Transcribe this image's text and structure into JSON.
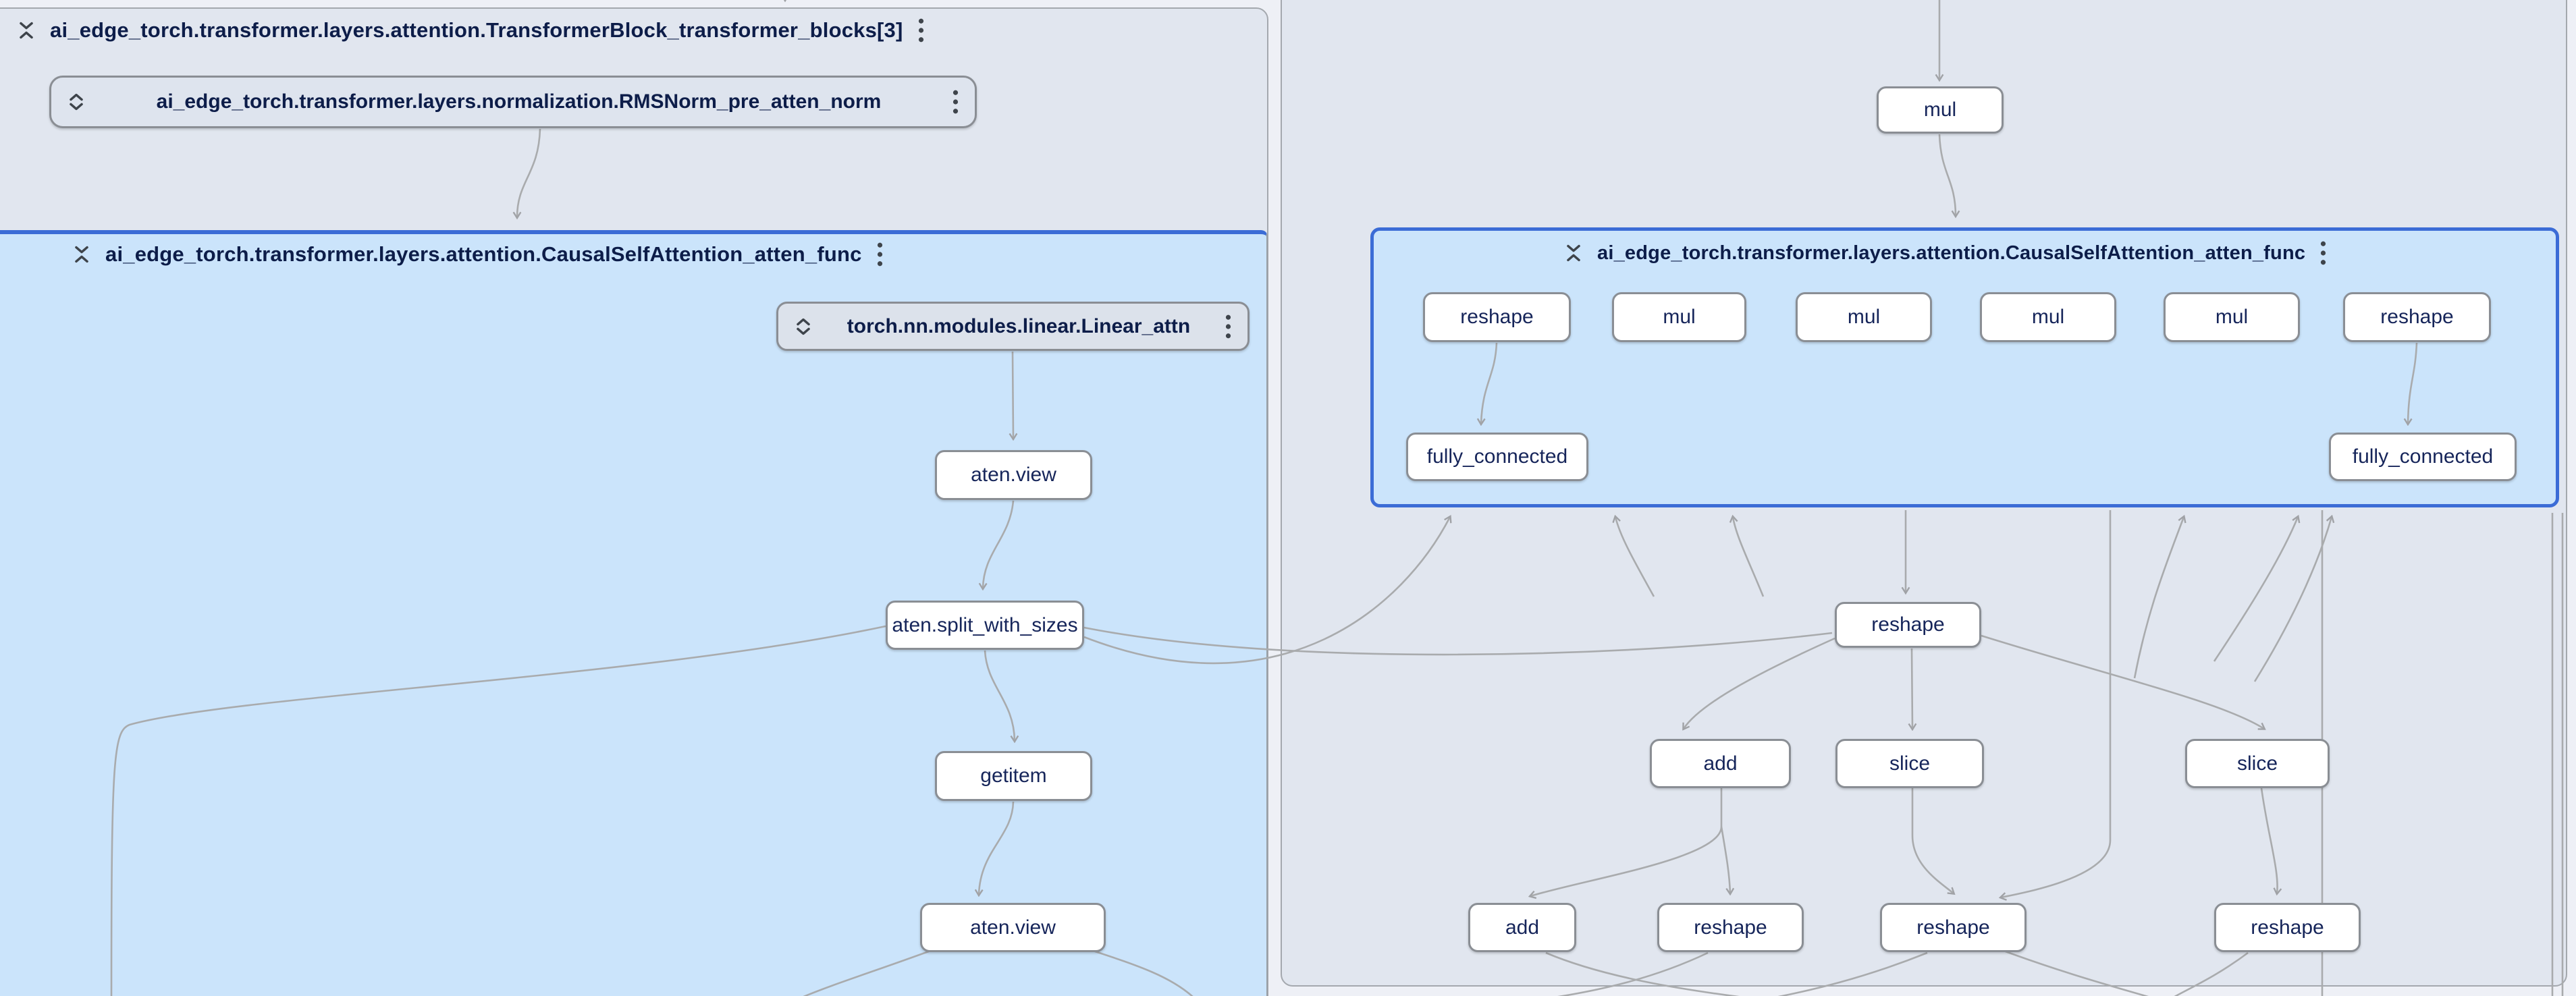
{
  "panels": {
    "transformer_block": {
      "title": "ai_edge_torch.transformer.layers.attention.TransformerBlock_transformer_blocks[3]"
    },
    "causal_left": {
      "title": "ai_edge_torch.transformer.layers.attention.CausalSelfAttention_atten_func"
    },
    "causal_right": {
      "title": "ai_edge_torch.transformer.layers.attention.CausalSelfAttention_atten_func"
    }
  },
  "layer_nodes": {
    "rmsnorm": {
      "label": "ai_edge_torch.transformer.layers.normalization.RMSNorm_pre_atten_norm"
    },
    "linear_attn": {
      "label": "torch.nn.modules.linear.Linear_attn"
    }
  },
  "ops": {
    "left": [
      "aten.view",
      "aten.split_with_sizes",
      "getitem",
      "aten.view"
    ],
    "right_top": "mul",
    "right_row1": [
      "reshape",
      "mul",
      "mul",
      "mul",
      "mul",
      "reshape"
    ],
    "right_fc": [
      "fully_connected",
      "fully_connected"
    ],
    "right_mid": "reshape",
    "right_row2": [
      "add",
      "slice",
      "slice"
    ],
    "right_row3": [
      "add",
      "reshape",
      "reshape",
      "reshape"
    ]
  },
  "colors": {
    "canvas": "#eef0f6",
    "panel_fill": "#e1e6ef",
    "group_fill": "#cbe4fb",
    "group_border": "#3b6cd6",
    "node_border": "#8a8e94",
    "edge": "#a9abad",
    "text": "#0d1d49"
  }
}
